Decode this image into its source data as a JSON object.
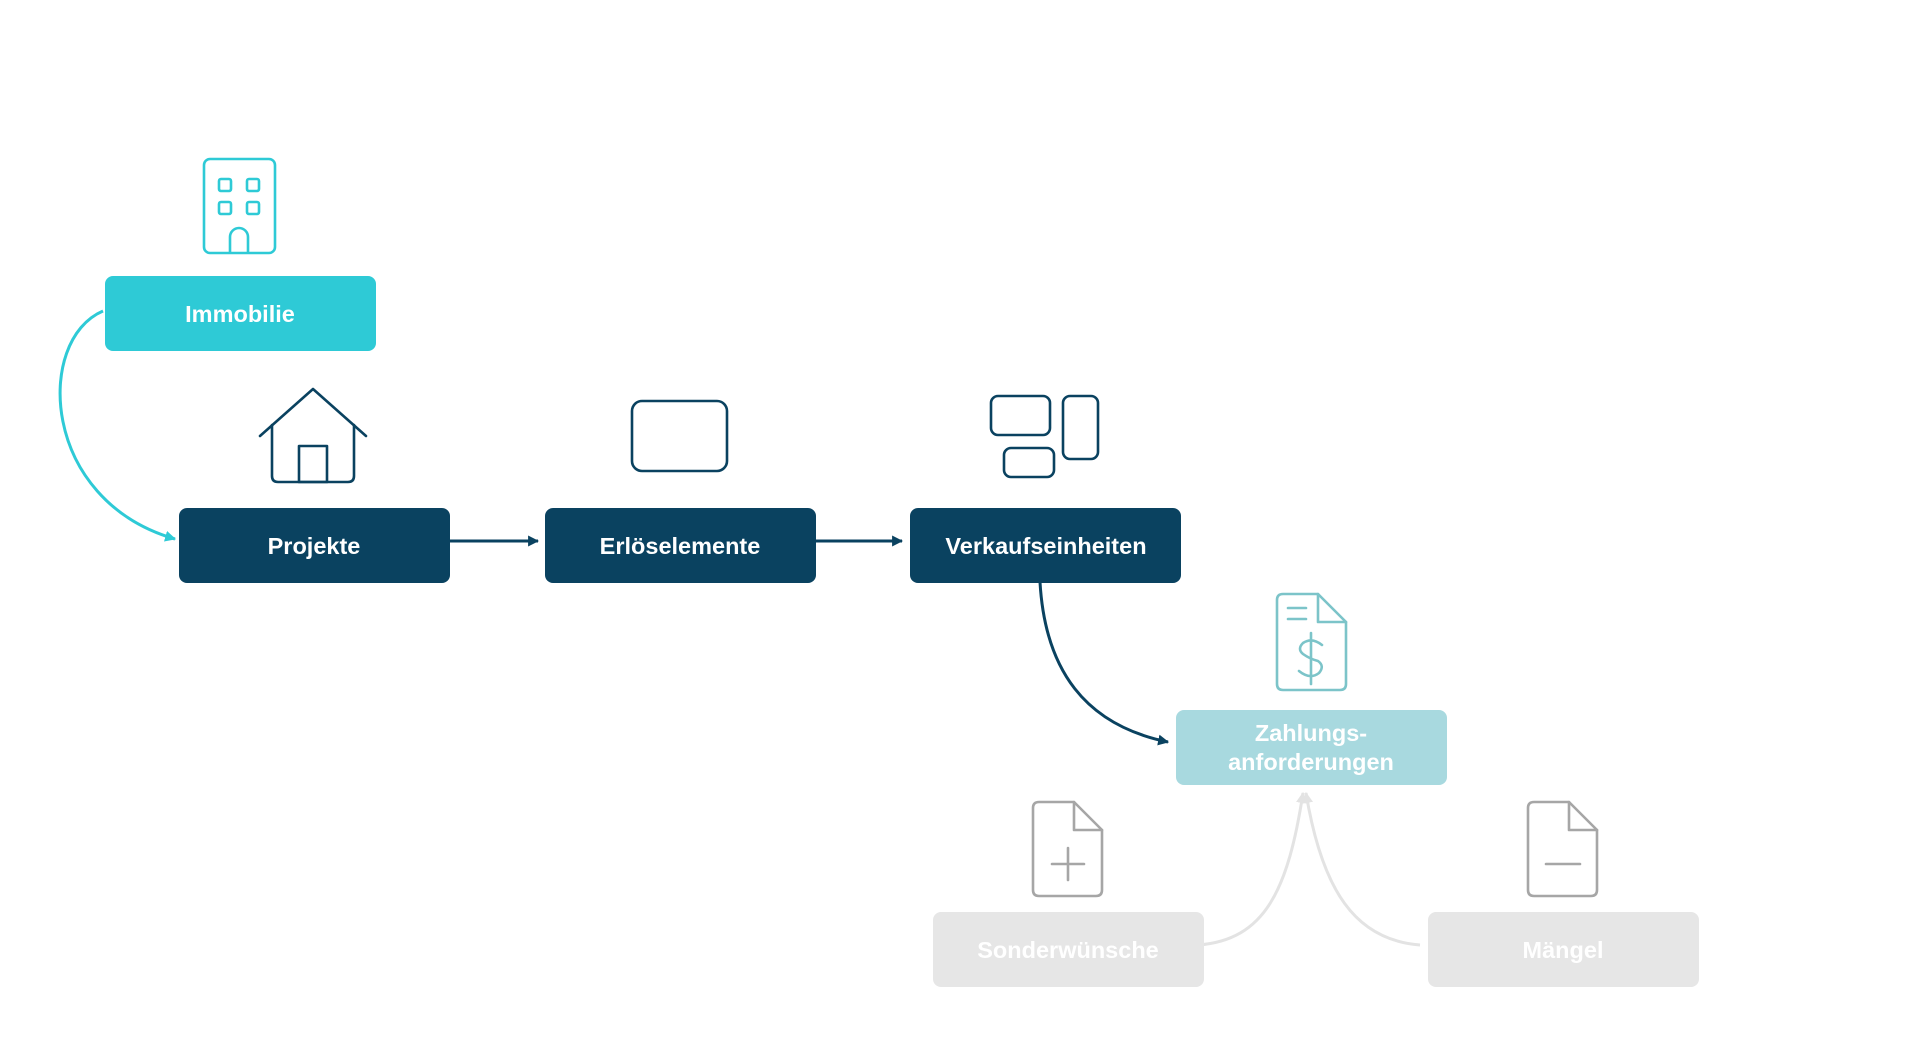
{
  "diagram": {
    "colors": {
      "cyan": "#2ECAD6",
      "navy": "#0A4260",
      "light_teal": "#A8D9DF",
      "teal_icon": "#7CC4C9",
      "grey_box": "#E6E6E6",
      "grey_line": "#E3E3E3",
      "grey_icon": "#A6A6A6"
    },
    "nodes": {
      "immobilie": {
        "label": "Immobilie",
        "icon": "building-icon"
      },
      "projekte": {
        "label": "Projekte",
        "icon": "house-icon"
      },
      "erloeselemente": {
        "label": "Erlöselemente",
        "icon": "rounded-rectangle-icon"
      },
      "verkaufseinheiten": {
        "label": "Verkaufseinheiten",
        "icon": "units-grid-icon"
      },
      "zahlungsanforderungen": {
        "label_line1": "Zahlungs-",
        "label_line2": "anforderungen",
        "icon": "dollar-document-icon"
      },
      "sonderwuensche": {
        "label": "Sonderwünsche",
        "icon": "plus-document-icon"
      },
      "maengel": {
        "label": "Mängel",
        "icon": "minus-document-icon"
      }
    }
  }
}
